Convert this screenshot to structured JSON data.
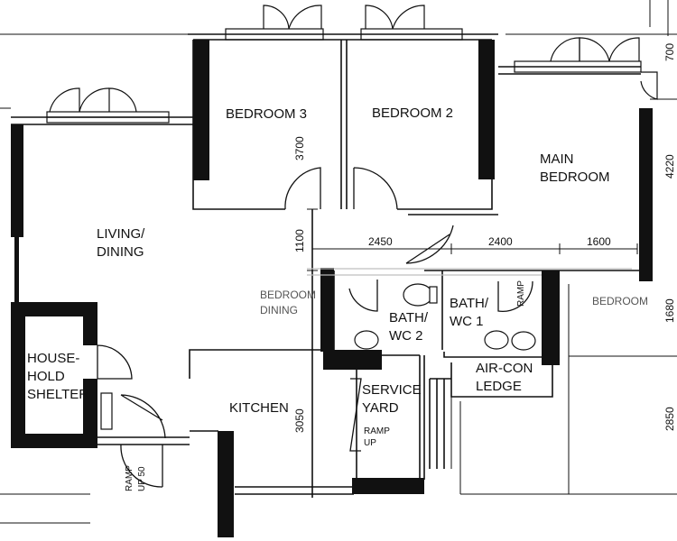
{
  "colors": {
    "wall": "#111111",
    "line": "#111111",
    "background": "#ffffff",
    "faded": "#bdbdbd"
  },
  "rooms": {
    "bedroom3": "BEDROOM 3",
    "bedroom2": "BEDROOM 2",
    "main_bedroom_1": "MAIN",
    "main_bedroom_2": "BEDROOM",
    "living_1": "LIVING/",
    "living_2": "DINING",
    "shelter_1": "HOUSE-",
    "shelter_2": "HOLD",
    "shelter_3": "SHELTER",
    "kitchen": "KITCHEN",
    "bath_1": "BATH/",
    "bath_2": "WC 2",
    "bath2_1": "BATH/",
    "bath2_2": "WC 1",
    "service_1": "SERVICE",
    "service_2": "YARD",
    "aircon_1": "AIR-CON",
    "aircon_2": "LEDGE",
    "ramp_1": "RAMP",
    "ramp_2": "UP 50",
    "ramp_sy_1": "RAMP",
    "ramp_sy_2": "UP",
    "ramp_bath": "RAMP",
    "neighbor_left_1": "BEDROOM",
    "neighbor_left_2": "DINING",
    "neighbor_right": "BEDROOM"
  },
  "dimensions": {
    "d2450": "2450",
    "d2400": "2400",
    "d1600": "1600",
    "d3700": "3700",
    "d1100": "1100",
    "d3050": "3050",
    "d4220": "4220",
    "d1680": "1680",
    "d2850": "2850",
    "d700": "700"
  }
}
